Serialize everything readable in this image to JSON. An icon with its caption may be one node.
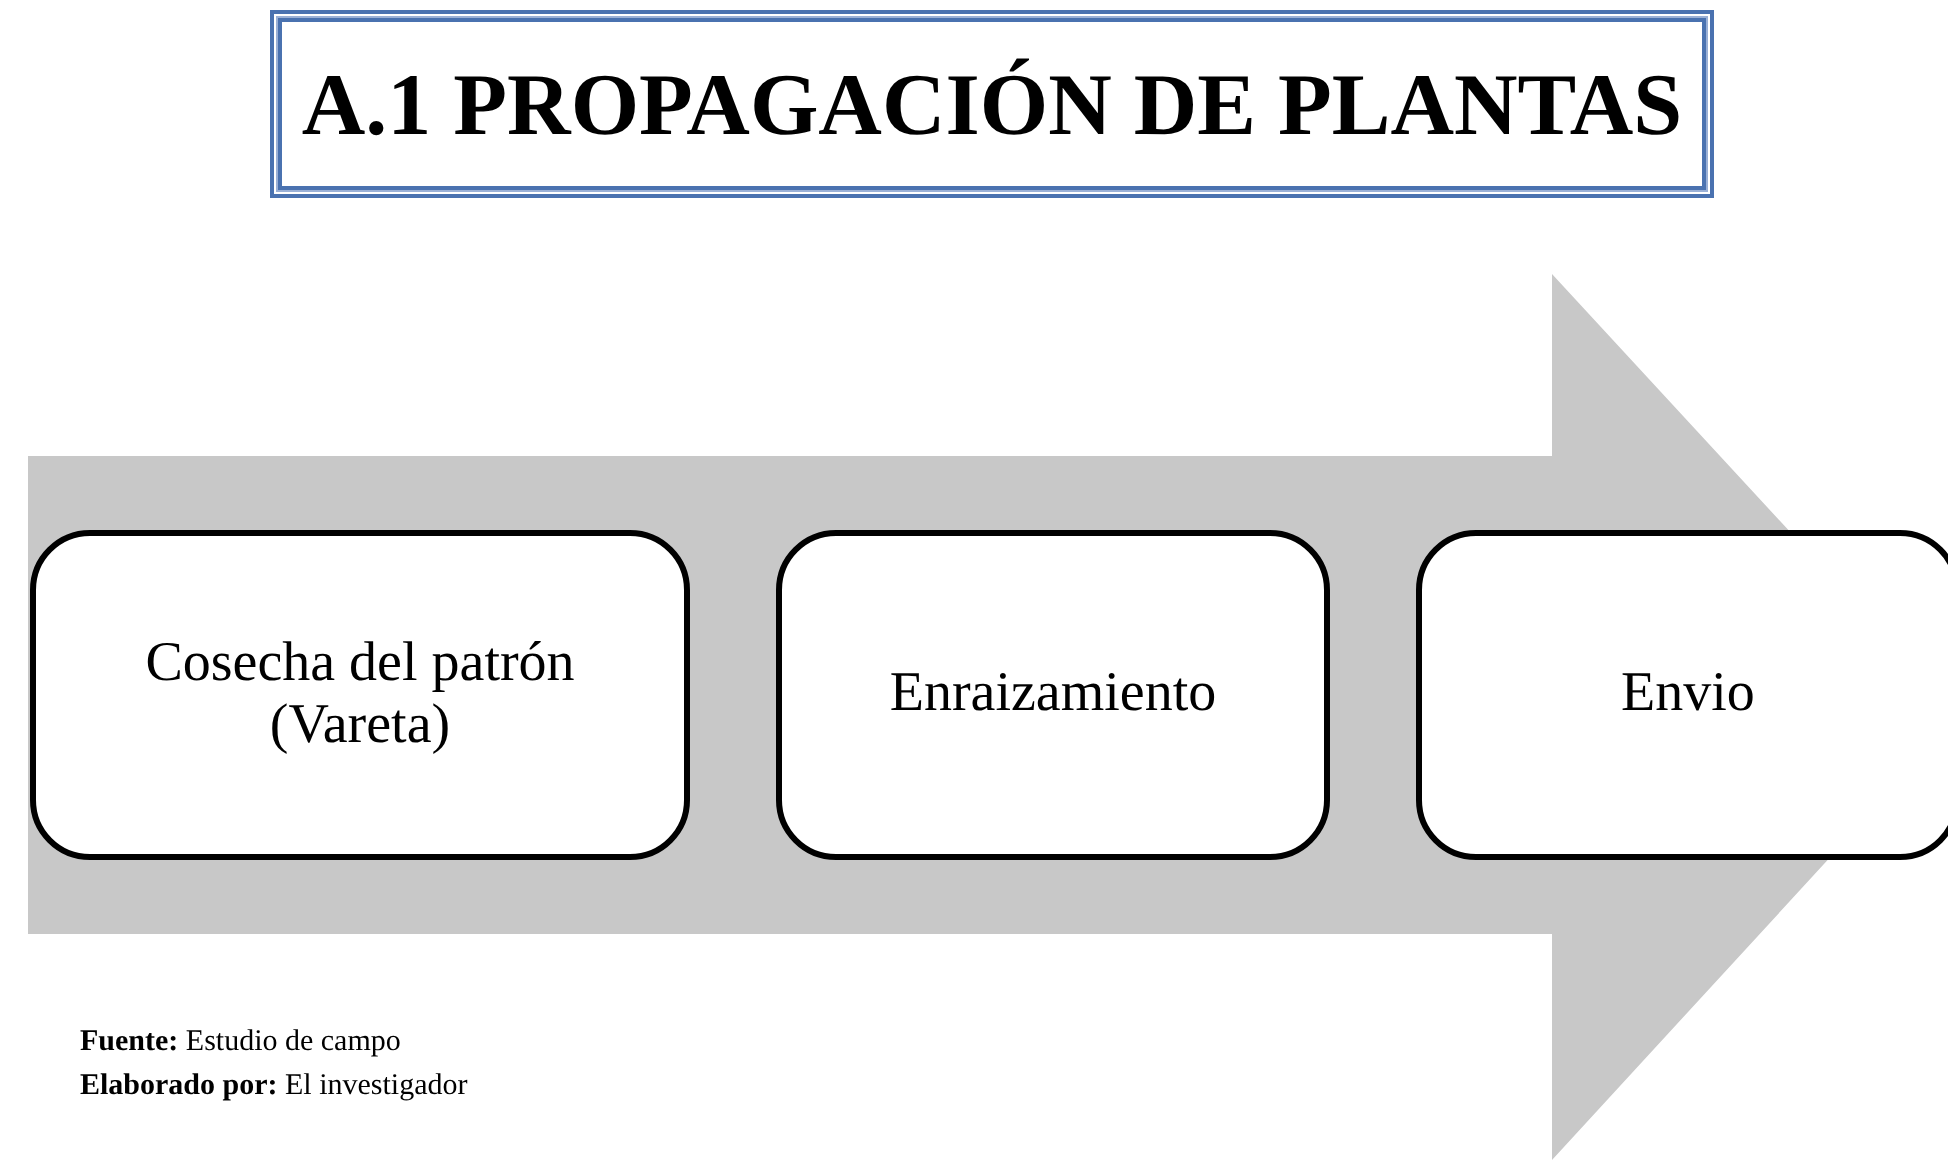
{
  "diagram": {
    "title": "A.1 PROPAGACIÓN DE PLANTAS",
    "nodes": [
      {
        "text": [
          "Cosecha del patrón (Vareta)"
        ]
      },
      {
        "text": [
          "Enraizamiento"
        ]
      },
      {
        "text": [
          "Envio"
        ]
      }
    ],
    "edges": [
      {
        "from": 0,
        "to": 2,
        "arrow": "to"
      }
    ],
    "labels": [
      "**Fuente:** Estudio de campo",
      "**Elaborado por:** El investigador"
    ]
  }
}
